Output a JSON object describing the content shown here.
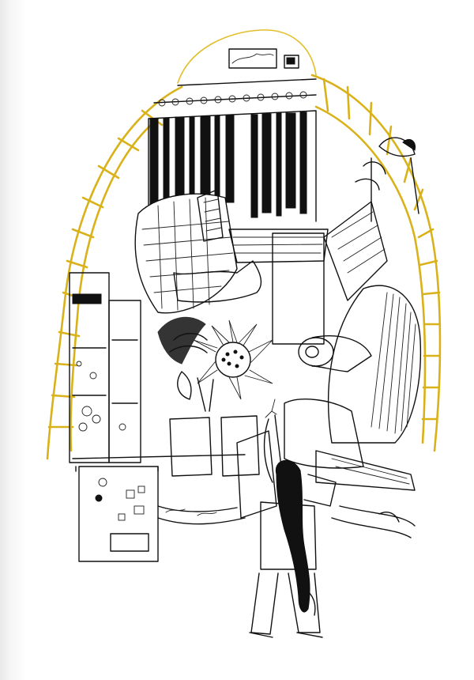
{
  "illustration": {
    "style": "pen-and-ink drawing with yellow crayon accents",
    "colors": {
      "ink": "#111111",
      "gold": "#d9b21a",
      "paper": "#ffffff",
      "page_shadow": "#e9e9e9"
    },
    "elements": [
      "frame-arch",
      "yellow-lattice",
      "curtain",
      "quilt-chair",
      "cabinet-stack",
      "sunflower",
      "rolled-carpet",
      "armchair",
      "girl-figure"
    ]
  }
}
